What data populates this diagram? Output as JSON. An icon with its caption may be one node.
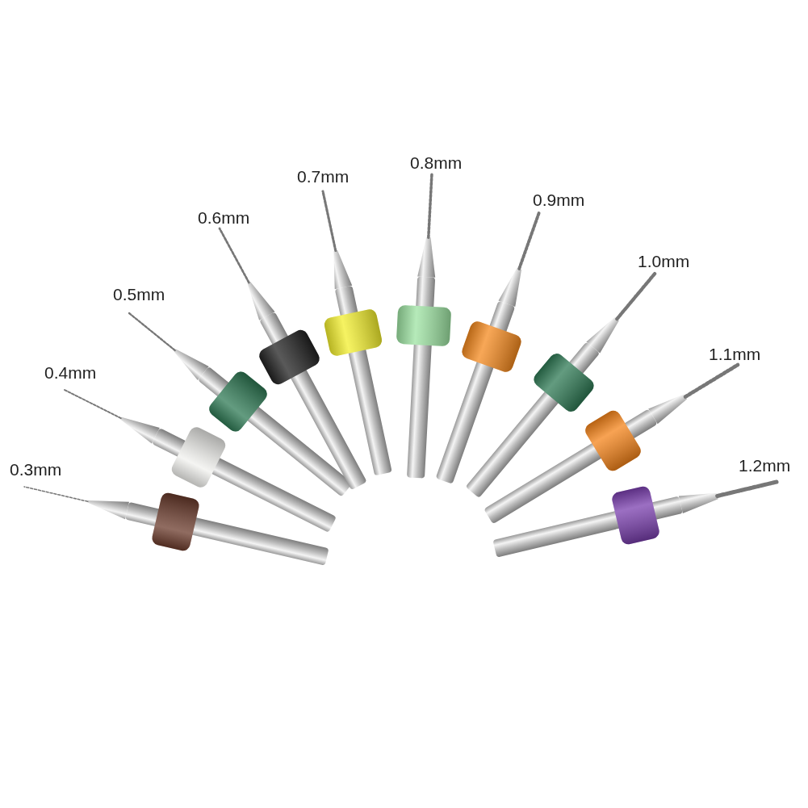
{
  "diagram": {
    "labels": [
      "0.3mm",
      "0.4mm",
      "0.5mm",
      "0.6mm",
      "0.7mm",
      "0.8mm",
      "0.9mm",
      "1.0mm",
      "1.1mm",
      "1.2mm"
    ]
  }
}
